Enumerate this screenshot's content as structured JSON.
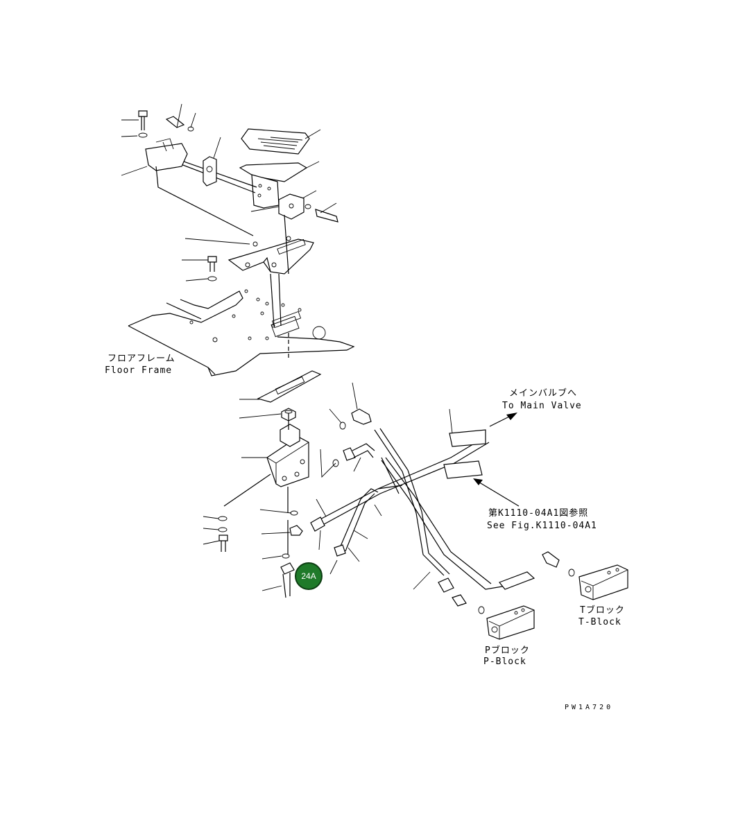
{
  "labels": {
    "floor_frame_jp": "フロアフレーム",
    "floor_frame_en": "Floor Frame",
    "main_valve_jp": "メインバルブへ",
    "main_valve_en": "To Main Valve",
    "see_fig_jp": "第K1110-04A1図参照",
    "see_fig_en": "See Fig.K1110-04A1",
    "t_block_jp": "Tブロック",
    "t_block_en": "T-Block",
    "p_block_jp": "Pブロック",
    "p_block_en": "P-Block",
    "drawing_code": "PW1A720"
  },
  "callouts": [
    {
      "id": "24A",
      "label": "24A",
      "color": "#1f7a2a"
    }
  ]
}
